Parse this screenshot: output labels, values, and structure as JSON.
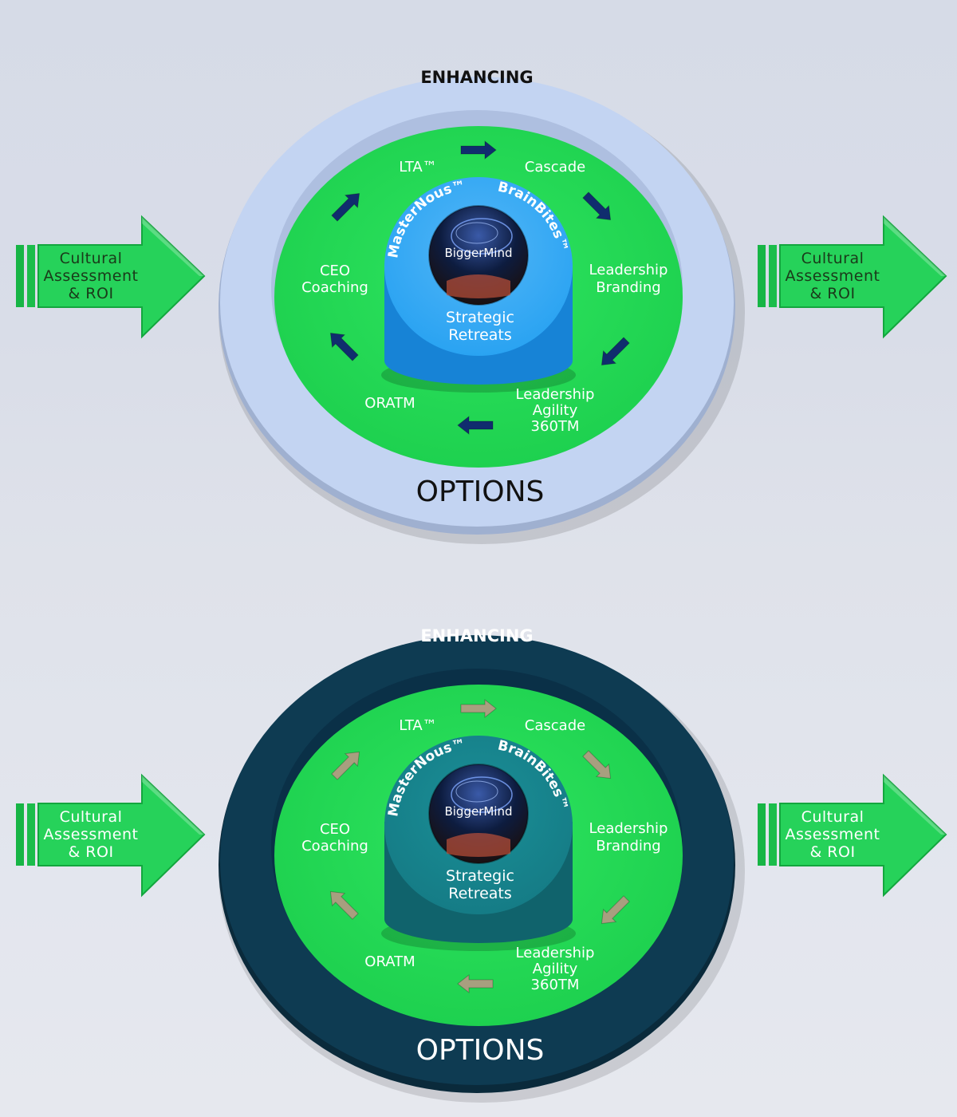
{
  "diagrams": [
    {
      "theme": "light",
      "colors": {
        "ring": "#c3d4f2",
        "ring_shadow": "#9fb0d0",
        "field": "#1ed14f",
        "center": "#2aa3f2",
        "center_side": "#1783d6",
        "arrow": "#102d6e",
        "ring_text": "#111111",
        "big_arrow": "#26d25a"
      },
      "ring_top_label": "ENHANCING",
      "ring_bottom_label": "OPTIONS",
      "left_arrow_lines": [
        "Cultural",
        "Assessment",
        "& ROI"
      ],
      "right_arrow_lines": [
        "Cultural",
        "Assessment",
        "& ROI"
      ],
      "ring_items": {
        "lta": [
          "LTA™"
        ],
        "cascade": [
          "Cascade"
        ],
        "leadership_branding": [
          "Leadership",
          "Branding"
        ],
        "leadership_agility": [
          "Leadership",
          "Agility",
          "360TM"
        ],
        "oratm": [
          "ORATM"
        ],
        "ceo_coaching": [
          "CEO",
          "Coaching"
        ]
      },
      "center_arc_left": "MasterNous™",
      "center_arc_right": "BrainBites™",
      "center_logo": "BiggerMind",
      "center_label": [
        "Strategic",
        "Retreats"
      ]
    },
    {
      "theme": "dark",
      "colors": {
        "ring": "#0e3b52",
        "ring_shadow": "#0a2a3b",
        "field": "#1ed14f",
        "center": "#157c86",
        "center_side": "#10636c",
        "arrow": "#a89f7f",
        "ring_text": "#ffffff",
        "big_arrow": "#26d25a"
      },
      "ring_top_label": "ENHANCING",
      "ring_bottom_label": "OPTIONS",
      "left_arrow_lines": [
        "Cultural",
        "Assessment",
        "& ROI"
      ],
      "right_arrow_lines": [
        "Cultural",
        "Assessment",
        "& ROI"
      ],
      "ring_items": {
        "lta": [
          "LTA™"
        ],
        "cascade": [
          "Cascade"
        ],
        "leadership_branding": [
          "Leadership",
          "Branding"
        ],
        "leadership_agility": [
          "Leadership",
          "Agility",
          "360TM"
        ],
        "oratm": [
          "ORATM"
        ],
        "ceo_coaching": [
          "CEO",
          "Coaching"
        ]
      },
      "center_arc_left": "MasterNous™",
      "center_arc_right": "BrainBites™",
      "center_logo": "BiggerMind",
      "center_label": [
        "Strategic",
        "Retreats"
      ]
    }
  ]
}
